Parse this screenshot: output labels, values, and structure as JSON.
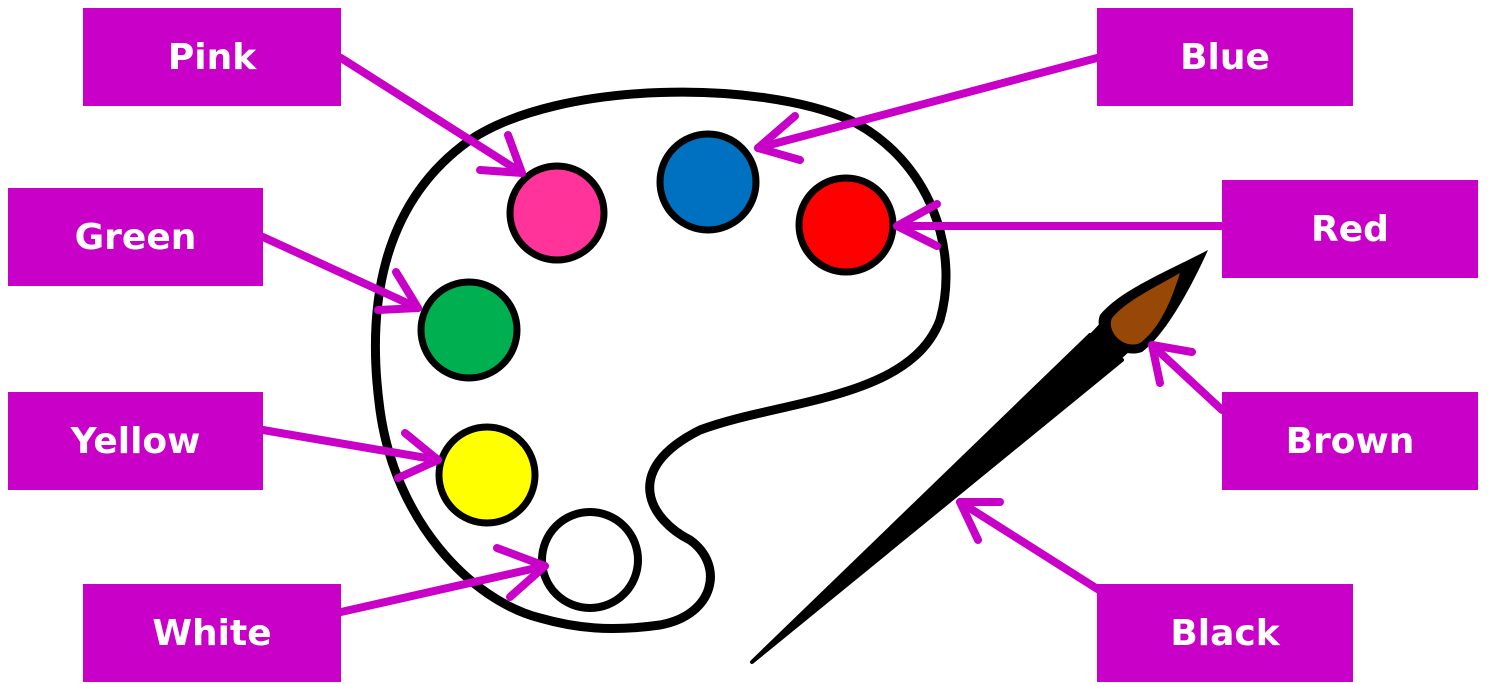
{
  "labels": {
    "pink": "Pink",
    "blue": "Blue",
    "green": "Green",
    "red": "Red",
    "yellow": "Yellow",
    "brown": "Brown",
    "white": "White",
    "black": "Black"
  },
  "colors": {
    "label_bg": "#c800c8",
    "arrow": "#c800c8",
    "pink": "#ff3399",
    "blue": "#0070c0",
    "green": "#00b050",
    "red": "#ff0000",
    "yellow": "#ffff00",
    "white": "#ffffff",
    "brown": "#974806",
    "black": "#000000"
  }
}
